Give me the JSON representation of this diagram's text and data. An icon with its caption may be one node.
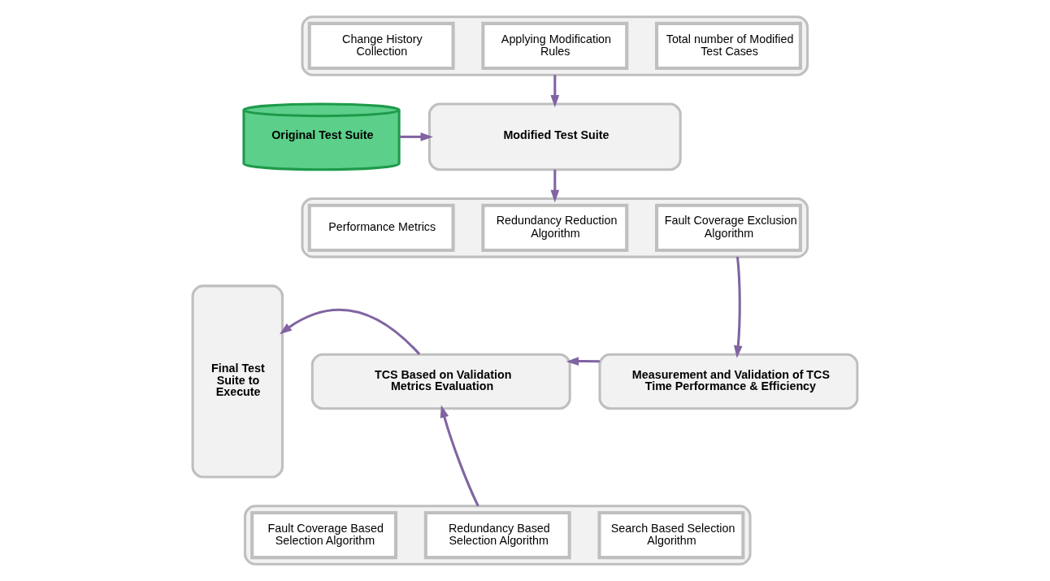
{
  "diagram": {
    "nodes": [
      {
        "text": [],
        "shape": "box"
      },
      {
        "text": [
          "Change History Collection"
        ],
        "in": 0
      },
      {
        "text": [
          "Applying Modification Rules"
        ],
        "in": 0
      },
      {
        "text": [
          "Total number of Modified Test Cases"
        ],
        "in": 0
      },
      {
        "text": [
          "Original Test Suite"
        ]
      },
      {
        "text": [
          "Modified Test Suite"
        ]
      },
      {
        "text": [],
        "shape": "box"
      },
      {
        "text": [
          "Performance Metrics"
        ],
        "in": 6
      },
      {
        "text": [
          "Redundancy Reduction Algorithm"
        ],
        "in": 6
      },
      {
        "text": [
          "Fault Coverage Exclusion Algorithm"
        ],
        "in": 6
      },
      {
        "text": [
          "Final Test Suite to Execute"
        ]
      },
      {
        "text": [
          "TCS Based on Validation Metrics Evaluation"
        ]
      },
      {
        "text": [
          "Measurement and Validation of TCS Time Performance & Efficiency"
        ]
      },
      {
        "text": [],
        "shape": "box"
      },
      {
        "text": [
          "Fault Coverage Based Selection Algorithm"
        ],
        "in": 13
      },
      {
        "text": [
          "Redundancy Based Selection Algorithm"
        ],
        "in": 13
      },
      {
        "text": [
          "Search Based Selection Algorithm"
        ],
        "in": 13
      }
    ],
    "edges": [
      {
        "from": 0,
        "to": 5,
        "arrow": "to"
      },
      {
        "from": 4,
        "to": 5,
        "arrow": "to"
      },
      {
        "from": 5,
        "to": 6,
        "arrow": "to"
      },
      {
        "from": 6,
        "to": 12,
        "arrow": "to"
      },
      {
        "from": 12,
        "to": 11,
        "arrow": "to"
      },
      {
        "from": 11,
        "to": 10,
        "arrow": "to"
      },
      {
        "from": 13,
        "to": 11,
        "arrow": "to"
      }
    ]
  }
}
